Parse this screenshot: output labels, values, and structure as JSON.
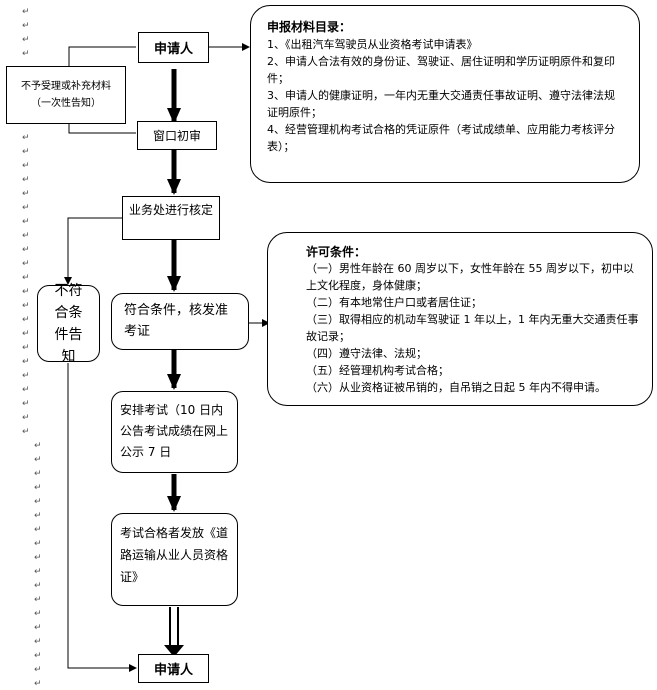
{
  "applicant_top": "申请人",
  "materials": {
    "title": "申报材料目录：",
    "items": [
      "1、《出租汽车驾驶员从业资格考试申请表》",
      "2、申请人合法有效的身份证、驾驶证、居住证明和学历证明原件和复印件；",
      "3、申请人的健康证明，一年内无重大交通责任事故证明、遵守法律法规证明原件；",
      "4、经营管理机构考试合格的凭证原件（考试成绩单、应用能力考核评分表）；"
    ]
  },
  "reject_note": "不予受理或补充材料（一次性告知）",
  "window_review": "窗口初审",
  "business_check": "业务处进行核定",
  "not_qualified": "不符合条件告知",
  "qualified": "符合条件，核发准考证",
  "license": {
    "title": "许可条件：",
    "items": [
      "（一）男性年龄在 60 周岁以下，女性年龄在 55 周岁以下，初中以上文化程度，身体健康；",
      "（二）有本地常住户口或者居住证；",
      "（三）取得相应的机动车驾驶证 1 年以上，1 年内无重大交通责任事故记录；",
      "（四）遵守法律、法规；",
      "（五）经管理机构考试合格；",
      "（六）从业资格证被吊销的，自吊销之日起 5 年内不得申请。"
    ]
  },
  "exam": "安排考试（10 日内公告考试成绩在网上公示 7 日",
  "issue_cert": "考试合格者发放《道路运输从业人员资格证》",
  "applicant_bottom": "申请人"
}
